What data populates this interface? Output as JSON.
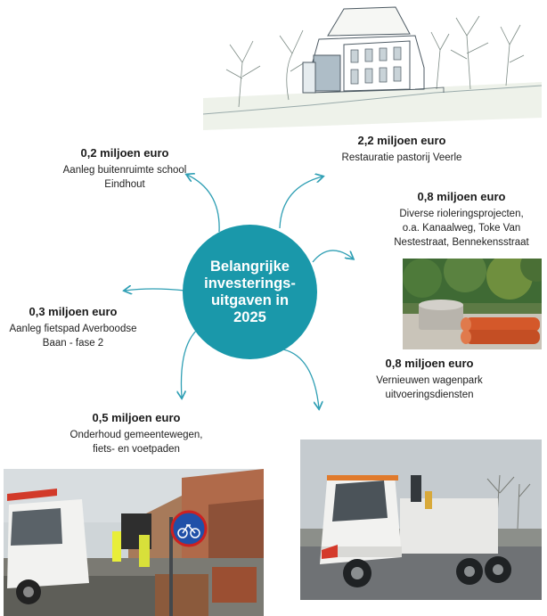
{
  "center": {
    "title": "Belangrijke\ninvesterings-\nuitgaven in\n2025"
  },
  "items": [
    {
      "amount": "0,2 miljoen euro",
      "description": "Aanleg buitenruimte school\nEindhout"
    },
    {
      "amount": "2,2 miljoen euro",
      "description": "Restauratie pastorij Veerle"
    },
    {
      "amount": "0,8 miljoen euro",
      "description": "Diverse rioleringsprojecten,\no.a. Kanaalweg, Toke Van\nNestestraat, Bennekensstraat"
    },
    {
      "amount": "0,3 miljoen euro",
      "description": "Aanleg fietspad Averboodse\nBaan - fase 2"
    },
    {
      "amount": "0,8 miljoen euro",
      "description": "Vernieuwen wagenpark\nuitvoeringsdiensten"
    },
    {
      "amount": "0,5 miljoen euro",
      "description": "Onderhoud gemeentewegen,\nfiets- en voetpaden"
    }
  ],
  "colors": {
    "accent": "#1a98aa",
    "arrow": "#2f9fb4"
  },
  "images": [
    "pastorij-sketch",
    "riolering-pipes-photo",
    "wagenpark-truck-photo",
    "wegenwerken-photo"
  ]
}
